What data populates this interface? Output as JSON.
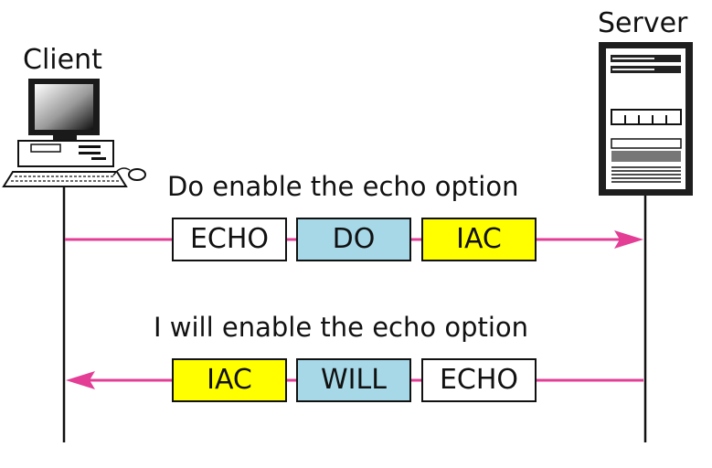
{
  "nodes": {
    "client": "Client",
    "server": "Server"
  },
  "messages": [
    {
      "direction": "client-to-server",
      "caption": "Do enable the echo option",
      "fields": [
        {
          "label": "ECHO",
          "color": "#ffffff"
        },
        {
          "label": "DO",
          "color": "#a6d8e8"
        },
        {
          "label": "IAC",
          "color": "#ffff00"
        }
      ]
    },
    {
      "direction": "server-to-client",
      "caption": "I will enable the echo option",
      "fields": [
        {
          "label": "IAC",
          "color": "#ffff00"
        },
        {
          "label": "WILL",
          "color": "#a6d8e8"
        },
        {
          "label": "ECHO",
          "color": "#ffffff"
        }
      ]
    }
  ],
  "colors": {
    "arrow": "#e33d96",
    "line": "#111111"
  },
  "icons": {
    "client": "desktop-computer-icon",
    "server": "server-tower-icon"
  }
}
